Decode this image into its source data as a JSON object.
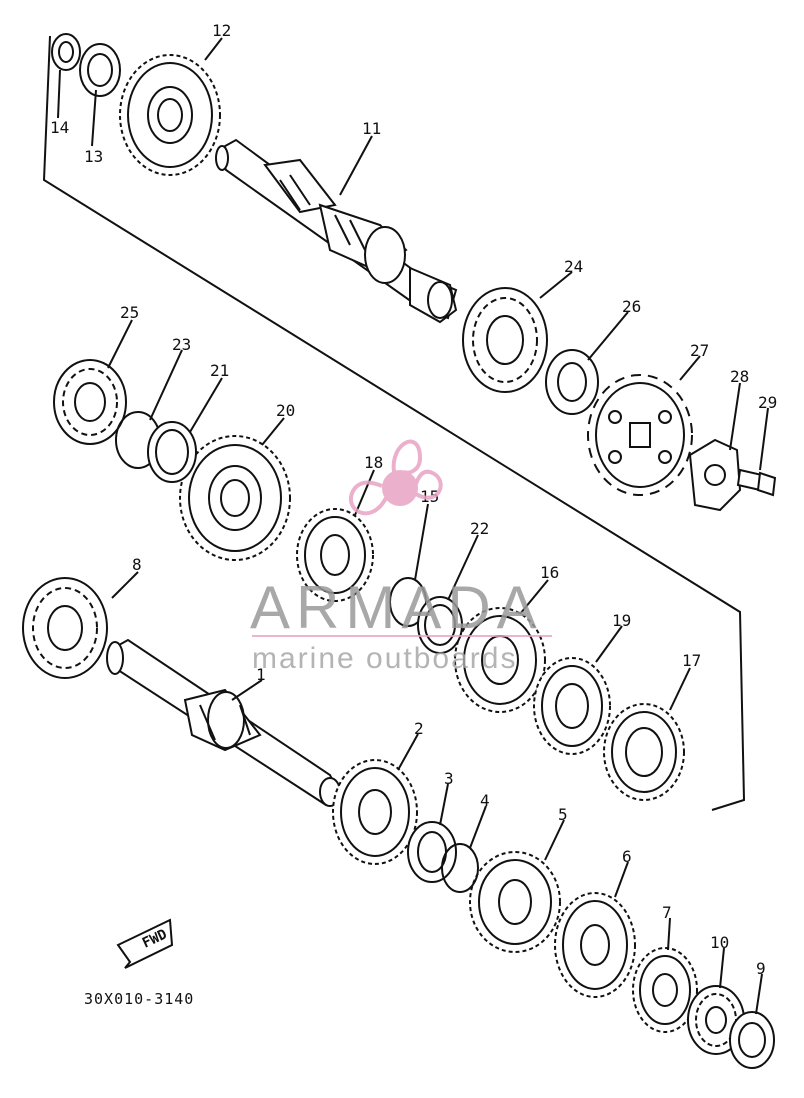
{
  "diagram": {
    "part_numbers": [
      "1",
      "2",
      "3",
      "4",
      "5",
      "6",
      "7",
      "8",
      "9",
      "10",
      "11",
      "12",
      "13",
      "14",
      "15",
      "16",
      "17",
      "18",
      "19",
      "20",
      "21",
      "22",
      "23",
      "24",
      "25",
      "26",
      "27",
      "28",
      "29"
    ],
    "diagram_code": "30X010-3140",
    "fwd_label": "FWD"
  },
  "watermark": {
    "brand": "ARMADA",
    "tagline": "marine outboards",
    "colors": {
      "logo": "#e7a3c4",
      "text": "#9a9a9a",
      "rule": "#e7a3c4"
    }
  }
}
